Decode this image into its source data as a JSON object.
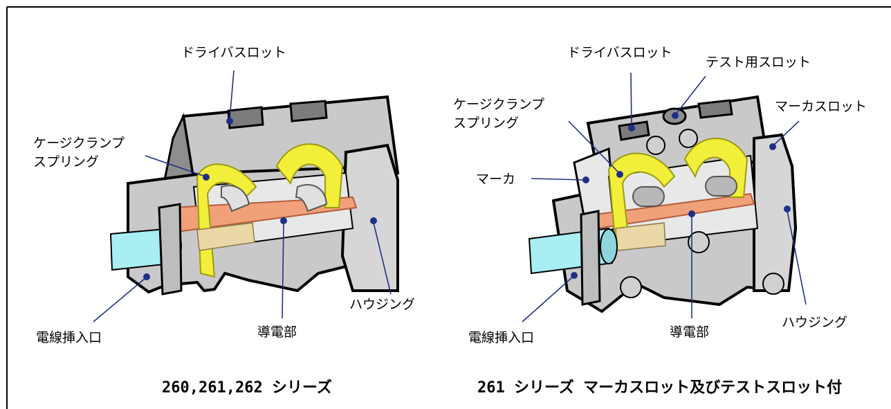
{
  "left": {
    "labels": {
      "driver_slot": "ドライバスロット",
      "cage_clamp_1": "ケージクランプ",
      "cage_clamp_2": "スプリング",
      "wire_entry": "電線挿入口",
      "conductor": "導電部",
      "housing": "ハウジング"
    },
    "caption": "260,261,262 シリーズ"
  },
  "right": {
    "labels": {
      "driver_slot": "ドライバスロット",
      "test_slot": "テスト用スロット",
      "cage_clamp_1": "ケージクランプ",
      "cage_clamp_2": "スプリング",
      "marker_slot": "マーカスロット",
      "marker": "マーカ",
      "wire_entry": "電線挿入口",
      "conductor": "導電部",
      "housing": "ハウジング"
    },
    "caption": "261 シリーズ マーカスロット及びテストスロット付"
  },
  "colors": {
    "housing": "#c9c9c9",
    "housing_dark": "#8e8e8e",
    "spring": "#f2ef3a",
    "conductor": "#f0a17a",
    "wire": "#a8eef2",
    "leader": "#1f2f88"
  }
}
